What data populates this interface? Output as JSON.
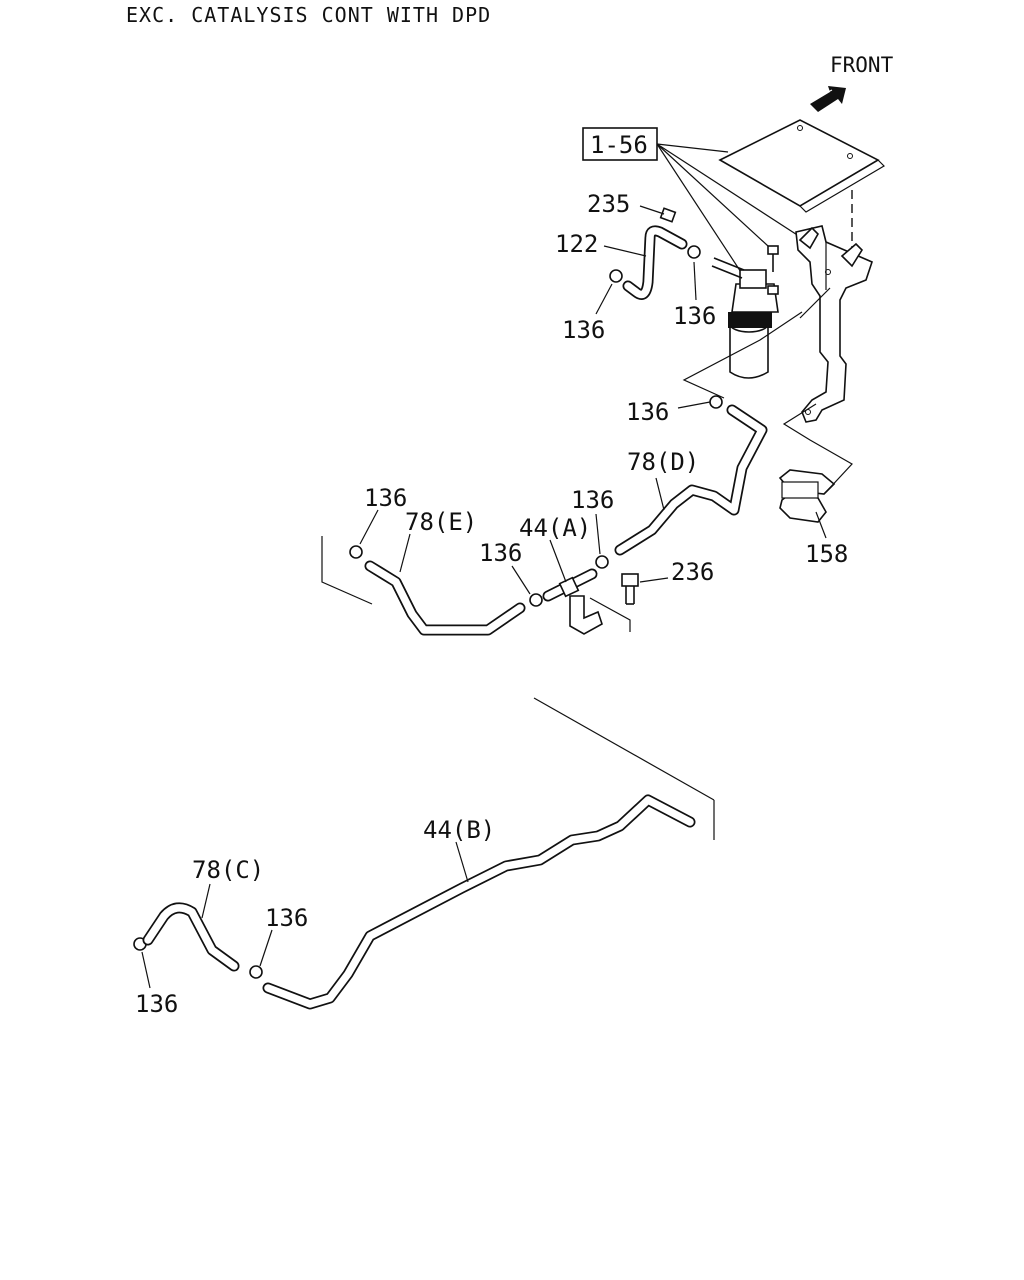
{
  "header": {
    "title": "EXC. CATALYSIS CONT WITH DPD"
  },
  "orientation": {
    "label": "FRONT"
  },
  "callouts": {
    "ref_box": "1-56",
    "c235": "235",
    "c122": "122",
    "c136_a": "136",
    "c136_b": "136",
    "c136_c": "136",
    "c136_d": "136",
    "c136_e": "136",
    "c136_f": "136",
    "c136_g": "136",
    "c136_h": "136",
    "c78d": "78(D)",
    "c78e": "78(E)",
    "c44a": "44(A)",
    "c236": "236",
    "c158": "158",
    "c44b": "44(B)",
    "c78c": "78(C)"
  }
}
